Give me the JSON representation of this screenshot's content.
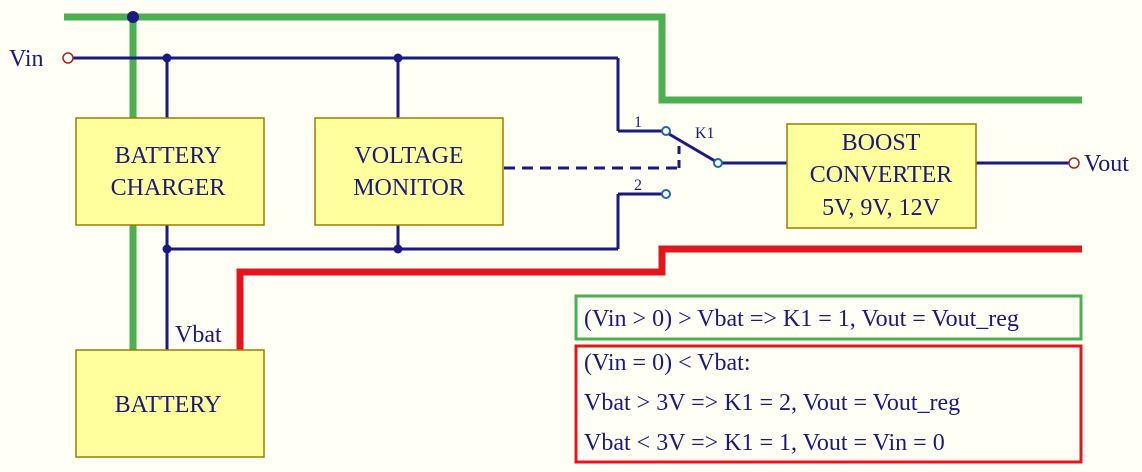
{
  "colors": {
    "background": "#fffff5",
    "wire": "#1a1a80",
    "block_fill": "#ffff9e",
    "block_border": "#a07a00",
    "green_path": "#4caf50",
    "red_path": "#e5151e",
    "terminal": "#b02020"
  },
  "terminals": {
    "vin": "Vin",
    "vout": "Vout",
    "vbat": "Vbat"
  },
  "blocks": {
    "battery_charger": [
      "BATTERY",
      "CHARGER"
    ],
    "voltage_monitor": [
      "VOLTAGE",
      "MONITOR"
    ],
    "boost_converter": [
      "BOOST",
      "CONVERTER",
      "5V, 9V, 12V"
    ],
    "battery": [
      "BATTERY"
    ]
  },
  "switch": {
    "label": "K1",
    "pos1": "1",
    "pos2": "2"
  },
  "notes": {
    "green": "(Vin > 0) > Vbat => K1 = 1, Vout = Vout_reg",
    "red": [
      "(Vin = 0) < Vbat:",
      "Vbat > 3V => K1 = 2, Vout = Vout_reg",
      "Vbat < 3V => K1 = 1, Vout = Vin = 0"
    ]
  }
}
